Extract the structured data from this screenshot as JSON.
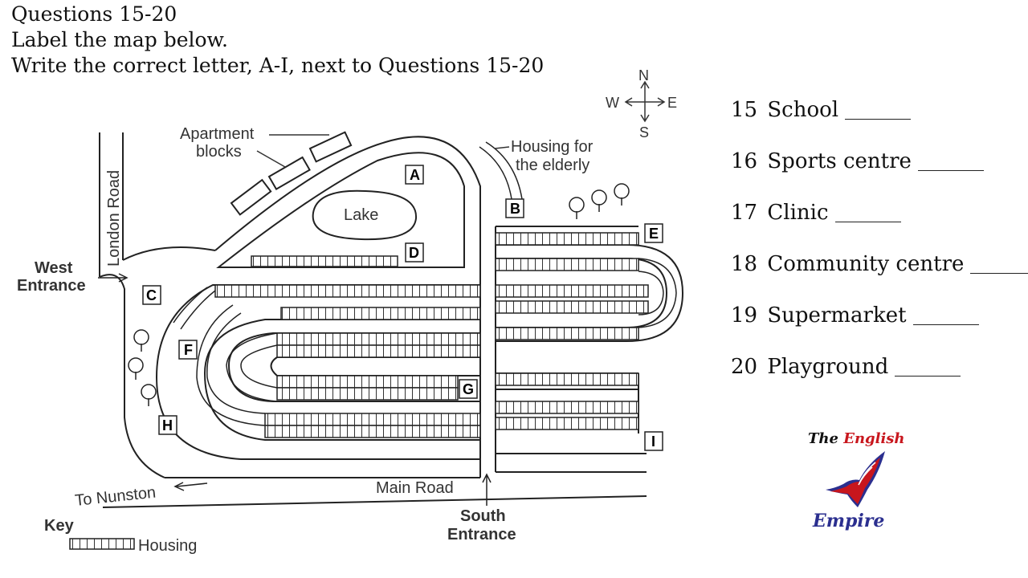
{
  "header": {
    "line1": "Questions 15-20",
    "line2": "Label the map below.",
    "line3": "Write the correct letter, A-I, next to Questions 15-20"
  },
  "compass": {
    "n": "N",
    "s": "S",
    "e": "E",
    "w": "W"
  },
  "map_labels": {
    "london_road": "London Road",
    "west_entrance_1": "West",
    "west_entrance_2": "Entrance",
    "apartment_1": "Apartment",
    "apartment_2": "blocks",
    "lake": "Lake",
    "elderly_1": "Housing for",
    "elderly_2": "the elderly",
    "to_nunston": "To Nunston",
    "main_road": "Main Road",
    "south_entrance_1": "South",
    "south_entrance_2": "Entrance",
    "key": "Key",
    "housing": "Housing"
  },
  "letters": {
    "A": "A",
    "B": "B",
    "C": "C",
    "D": "D",
    "E": "E",
    "F": "F",
    "G": "G",
    "H": "H",
    "I": "I"
  },
  "questions": [
    {
      "num": "15",
      "label": "School"
    },
    {
      "num": "16",
      "label": "Sports centre"
    },
    {
      "num": "17",
      "label": "Clinic"
    },
    {
      "num": "18",
      "label": "Community centre"
    },
    {
      "num": "19",
      "label": "Supermarket"
    },
    {
      "num": "20",
      "label": "Playground"
    }
  ],
  "logo": {
    "the": "The",
    "english": "English",
    "empire": "Empire"
  },
  "colors": {
    "ink": "#222222",
    "logo_red": "#c8161d",
    "logo_blue": "#2b2f8f"
  }
}
